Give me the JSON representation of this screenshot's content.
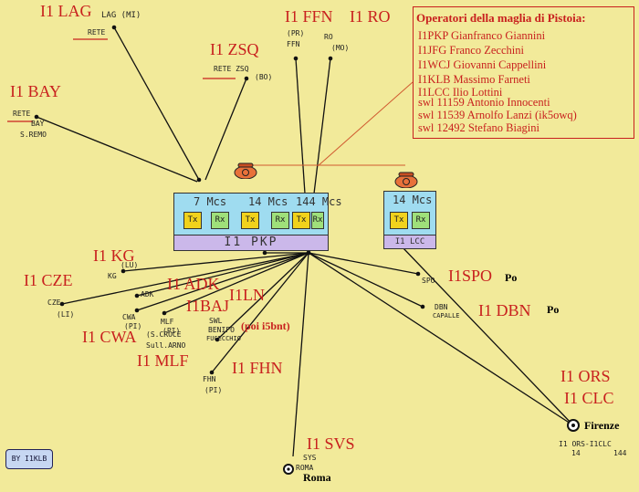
{
  "stations": {
    "lag": {
      "call": "I1 LAG",
      "sketch_1": "LAG (MI)",
      "sketch_2": "RETE"
    },
    "zsq": {
      "call": "I1 ZSQ",
      "sketch_1": "RETE ZSQ",
      "sketch_2": "(BO)"
    },
    "bay": {
      "call": "I1 BAY",
      "sketch_1": "RETE",
      "sketch_2": "BAY",
      "sketch_3": "S.REMO"
    },
    "ffn": {
      "call": "I1 FFN",
      "sketch_1": "(PR)",
      "sketch_2": "FFN"
    },
    "ro": {
      "call": "I1 RO",
      "sketch_1": "RO",
      "sketch_2": "(MO)"
    },
    "kg": {
      "call": "I1 KG",
      "sketch_1": "(LU)",
      "sketch_2": "KG"
    },
    "cze": {
      "call": "I1 CZE",
      "sketch_1": "CZE",
      "sketch_2": "(LI)"
    },
    "adk": {
      "call": "I1 ADK",
      "sketch_1": "ADK"
    },
    "baj": {
      "call": "I1BAJ"
    },
    "ln": {
      "call": "I1LN",
      "note": "(poi i5bnt)"
    },
    "cwa": {
      "call": "I1 CWA",
      "sketch_1": "CWA",
      "sketch_2": "(PI)",
      "sketch_3": "(S.CROCE",
      "sketch_4": "Sull.ARNO"
    },
    "mlf": {
      "call": "I1 MLF",
      "sketch_1": "MLF",
      "sketch_2": "(PI)"
    },
    "swl": {
      "sketch_1": "SWL",
      "sketch_2": "BENIFO",
      "sketch_3": "FUCECCHIO"
    },
    "fhn": {
      "call": "I1 FHN",
      "sketch_1": "FHN",
      "sketch_2": "(PI)"
    },
    "svs": {
      "call": "I1 SVS",
      "sketch_1": "SYS",
      "sketch_2": "ROMA",
      "city": "Roma"
    },
    "spo": {
      "call": "I1SPO",
      "region": "Po",
      "sketch_1": "SPO"
    },
    "dbn": {
      "call": "I1 DBN",
      "region": "Po",
      "sketch_1": "DBN",
      "sketch_2": "CAPALLE"
    },
    "ors": {
      "call": "I1 ORS"
    },
    "clc": {
      "call": "I1 CLC",
      "city": "Firenze",
      "sketch_1": "I1 ORS-I1CLC",
      "sketch_2": "14",
      "sketch_3": "144"
    }
  },
  "operators": {
    "title": "Operatori della maglia di Pistoia:",
    "list": [
      "I1PKP Gianfranco Giannini",
      "I1JFG Franco Zecchini",
      "I1WCJ Giovanni Cappellini",
      "I1KLB Massimo Farneti",
      "I1LCC  Ilio Lottini",
      "swl 11159 Antonio Innocenti",
      "swl 11539 Arnolfo Lanzi (ik5owq)",
      "swl 12492 Stefano Biagini"
    ]
  },
  "hubs": {
    "pkp": {
      "label": "I1 PKP",
      "freqs": [
        "7 Mcs",
        "14 Mcs",
        "144 Mcs"
      ],
      "units": [
        "Tx",
        "Rx",
        "Tx",
        "Rx",
        "Tx",
        "Rx"
      ]
    },
    "lcc": {
      "label": "I1 LCC",
      "freqs": [
        "14 Mcs"
      ],
      "units": [
        "Tx",
        "Rx"
      ]
    }
  },
  "signature": "BY I1KLB",
  "colors": {
    "background": "#f2ea9a",
    "label_red": "#c8201e",
    "box_blue": "#9fdcf0",
    "box_purple": "#cbb8ea",
    "tx_yellow": "#f1d21c",
    "rx_green": "#9fe07a"
  }
}
